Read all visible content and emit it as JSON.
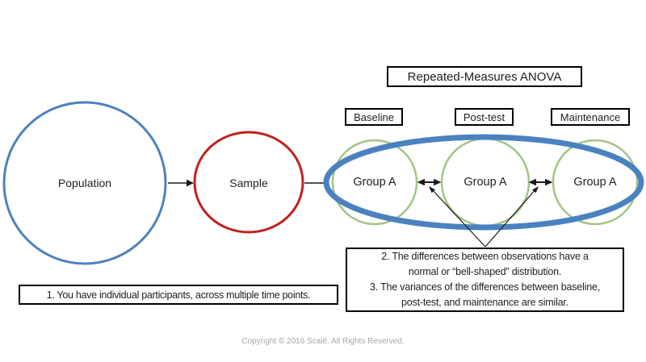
{
  "diagram": {
    "population": {
      "label": "Population"
    },
    "sample": {
      "label": "Sample"
    },
    "anova": {
      "label": "Repeated-Measures ANOVA"
    },
    "time_points": [
      {
        "label": "Baseline"
      },
      {
        "label": "Post-test"
      },
      {
        "label": "Maintenance"
      }
    ],
    "groups": [
      {
        "label": "Group A"
      },
      {
        "label": "Group A"
      },
      {
        "label": "Group A"
      }
    ],
    "assumption_1": {
      "text": "1. You have individual participants, across multiple time points."
    },
    "assumption_2_3": {
      "lines": [
        "2. The differences between observations have a",
        "normal or “bell-shaped” distribution.",
        "3.  The variances of the differences between baseline,",
        "post-test, and maintenance are similar."
      ]
    },
    "footer": {
      "copyright": "Copyright © 2016 Scalë. All Rights Reserved."
    },
    "colors": {
      "population_stroke": "#4f81bd",
      "sample_stroke": "#c0211e",
      "group_stroke": "#a3c585",
      "repeated_measures_ellipse": "#4a82c0",
      "arrow": "#1a1a1a",
      "box_border": "#000000",
      "text": "#1f1f1f",
      "copyright_text": "#a6a6a6"
    }
  }
}
